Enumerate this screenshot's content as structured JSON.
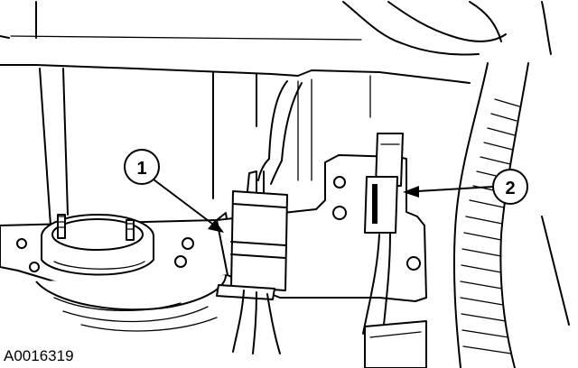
{
  "figure": {
    "id": "A0016319",
    "callouts": [
      {
        "number": "1"
      },
      {
        "number": "2"
      }
    ]
  }
}
